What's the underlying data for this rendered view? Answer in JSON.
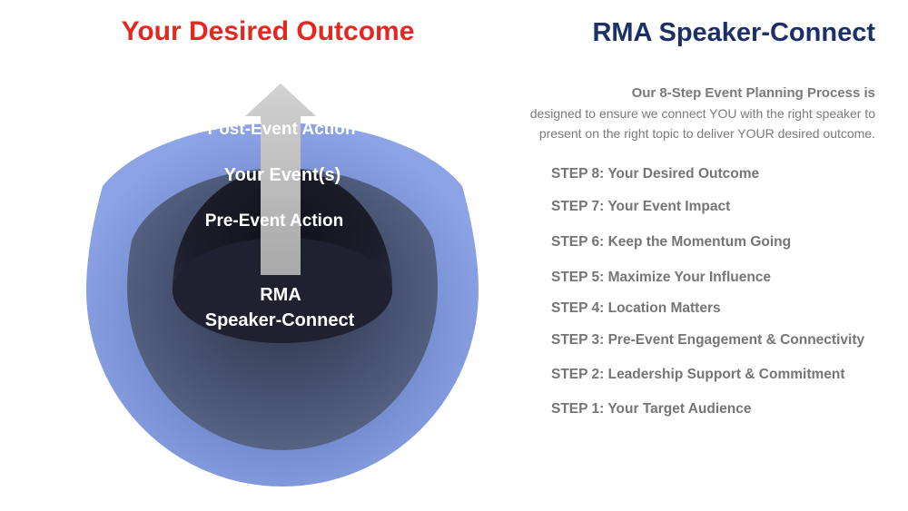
{
  "diagram": {
    "title": "Your Desired Outcome",
    "rings": {
      "outer": "Post-Event Action",
      "middle": "Your Event(s)",
      "inner": "Pre-Event Action"
    },
    "core": {
      "line1": "RMA",
      "line2": "Speaker-Connect"
    },
    "colors": {
      "title": "#e02a21",
      "outer_ring": "#7d95d6",
      "middle_ring": "#4a5672",
      "core": "#1b1c2a",
      "arrow": "#bdbdbd"
    }
  },
  "brand": {
    "title": "RMA Speaker-Connect",
    "color": "#1c2f66"
  },
  "intro": {
    "lead": "Our 8-Step Event Planning Process is",
    "line2": "designed to ensure we connect YOU with the right speaker to",
    "line3": "present on the right topic to deliver YOUR desired outcome."
  },
  "steps": [
    "STEP 8: Your Desired Outcome",
    "STEP 7: Your Event Impact",
    "STEP 6: Keep the Momentum Going",
    "STEP 5: Maximize Your Influence",
    "STEP 4: Location Matters",
    "STEP 3: Pre-Event Engagement & Connectivity",
    "STEP 2: Leadership Support & Commitment",
    "STEP 1: Your Target Audience"
  ]
}
